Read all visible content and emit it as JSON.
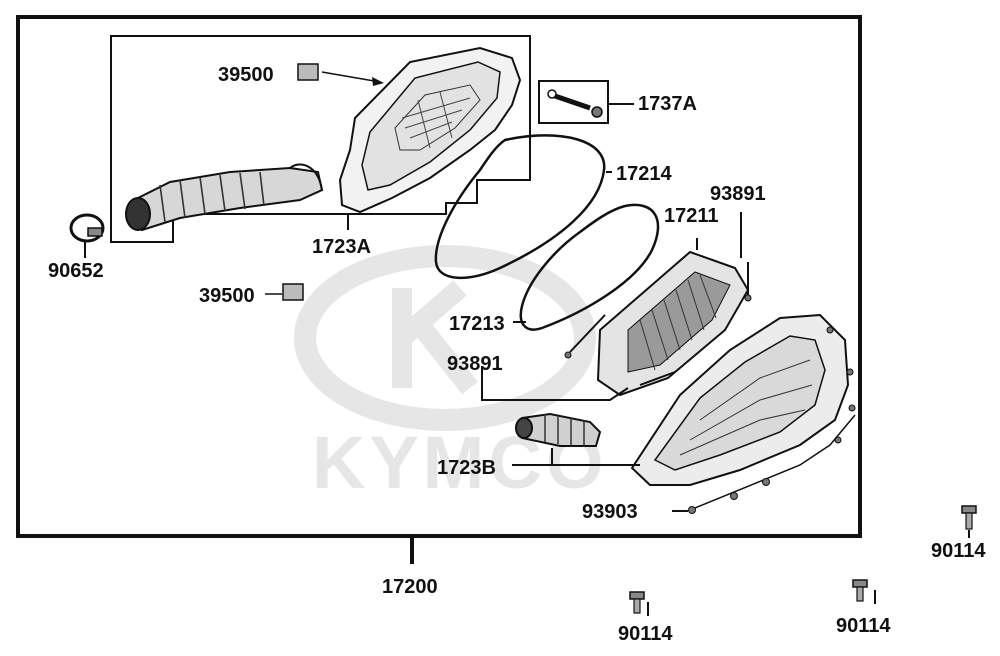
{
  "watermark": {
    "text": "KYMCO",
    "color": "#e3e3e3"
  },
  "colors": {
    "line": "#111111",
    "part_fill": "#f2f2f2",
    "part_dark": "#555555"
  },
  "callouts": {
    "assembly": "17200",
    "air_cleaner_case": "1723A",
    "clip_top": "39500",
    "clip_mid": "39500",
    "hose_clamp": "90652",
    "drain_set": "1737A",
    "seal_outer": "17214",
    "seal_inner": "17213",
    "element": "17211",
    "screw_top": "93891",
    "screw_mid": "93891",
    "intake_duct": "1723B",
    "cover_screw": "93903",
    "bolt_right": "90114",
    "bolt_bottom_mid": "90114",
    "bolt_bottom_right": "90114"
  }
}
